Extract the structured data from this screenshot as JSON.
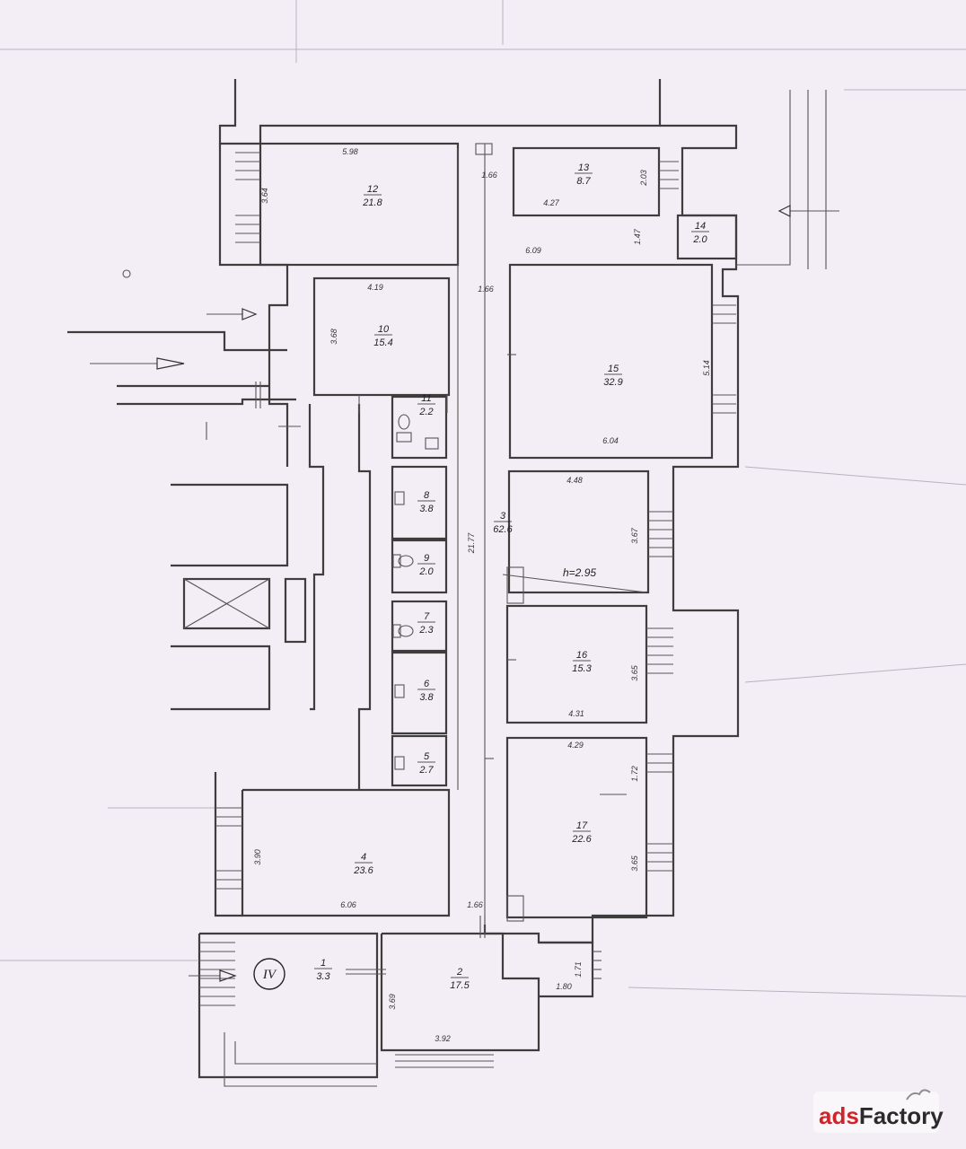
{
  "plan": {
    "height_label": "h=2.95",
    "entrance_mark": "IV",
    "rooms": [
      {
        "num": "1",
        "area": "3.3"
      },
      {
        "num": "2",
        "area": "17.5"
      },
      {
        "num": "3",
        "area": "62.6"
      },
      {
        "num": "4",
        "area": "23.6"
      },
      {
        "num": "5",
        "area": "2.7"
      },
      {
        "num": "6",
        "area": "3.8"
      },
      {
        "num": "7",
        "area": "2.3"
      },
      {
        "num": "8",
        "area": "3.8"
      },
      {
        "num": "9",
        "area": "2.0"
      },
      {
        "num": "10",
        "area": "15.4"
      },
      {
        "num": "11",
        "area": "2.2"
      },
      {
        "num": "12",
        "area": "21.8"
      },
      {
        "num": "13",
        "area": "8.7"
      },
      {
        "num": "14",
        "area": "2.0"
      },
      {
        "num": "15",
        "area": "32.9"
      },
      {
        "num": "16",
        "area": "15.3"
      },
      {
        "num": "17",
        "area": "22.6"
      }
    ],
    "dimensions": [
      "5.98",
      "3.64",
      "1.66",
      "2.03",
      "4.27",
      "1.47",
      "6.09",
      "4.19",
      "1.66",
      "3.68",
      "5.14",
      "6.04",
      "4.48",
      "21.77",
      "3.67",
      "3.65",
      "4.31",
      "4.29",
      "1.72",
      "3.90",
      "3.65",
      "6.06",
      "1.66",
      "1.71",
      "3.69",
      "1.80",
      "3.92"
    ]
  },
  "watermark": {
    "part1": "ads",
    "part2": "Factory",
    "accent_color": "#d2232a",
    "text_color": "#2b2b2b"
  }
}
